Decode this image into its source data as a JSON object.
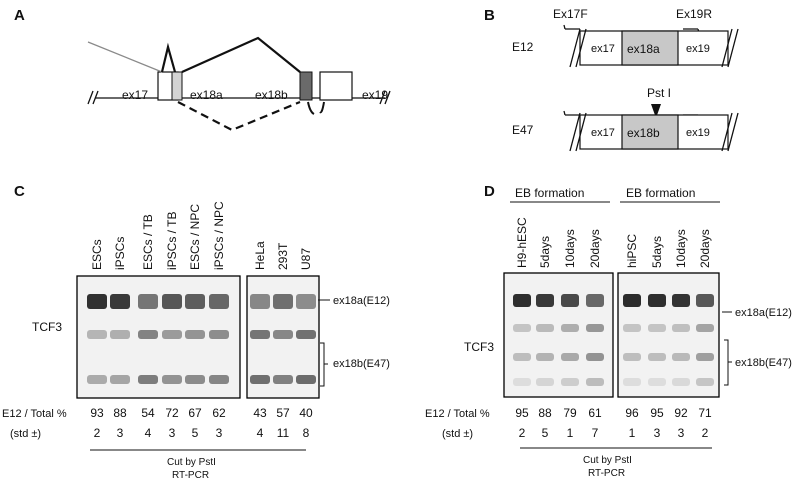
{
  "panels": {
    "a": {
      "letter": "A",
      "exons": [
        "ex17",
        "ex18a",
        "ex18b",
        "ex19"
      ]
    },
    "b": {
      "letter": "B",
      "e12": {
        "name": "E12",
        "primer_f": "Ex17F",
        "primer_r": "Ex19R",
        "exons": [
          "ex17",
          "ex18a",
          "ex19"
        ]
      },
      "e47": {
        "name": "E47",
        "site": "Pst I",
        "exons": [
          "ex17",
          "ex18b",
          "ex19"
        ]
      }
    },
    "c": {
      "letter": "C",
      "lanes_group1": [
        "ESCs",
        "iPSCs",
        "ESCs / TB",
        "iPSCs / TB",
        "ESCs / NPC",
        "iPSCs / NPC"
      ],
      "lanes_group2": [
        "HeLa",
        "293T",
        "U87"
      ],
      "gene": "TCF3",
      "band_e12": "ex18a(E12)",
      "band_e47": "ex18b(E47)",
      "ratio_label": "E12 / Total %",
      "std_label": "(std ±)",
      "ratios": [
        "93",
        "88",
        "54",
        "72",
        "67",
        "62",
        "43",
        "57",
        "40"
      ],
      "stds": [
        "2",
        "3",
        "4",
        "3",
        "5",
        "3",
        "4",
        "11",
        "8"
      ],
      "method1": "Cut by PstI",
      "method2": "RT-PCR"
    },
    "d": {
      "letter": "D",
      "group_title1": "EB formation",
      "group_title2": "EB formation",
      "lanes_group1": [
        "H9-hESC",
        "5days",
        "10days",
        "20days"
      ],
      "lanes_group2": [
        "hiPSC",
        "5days",
        "10days",
        "20days"
      ],
      "gene": "TCF3",
      "band_e12": "ex18a(E12)",
      "band_e47": "ex18b(E47)",
      "ratio_label": "E12 / Total %",
      "std_label": "(std ±)",
      "ratios": [
        "95",
        "88",
        "79",
        "61",
        "96",
        "95",
        "92",
        "71"
      ],
      "stds": [
        "2",
        "5",
        "1",
        "7",
        "1",
        "3",
        "3",
        "2"
      ],
      "method1": "Cut by PstI",
      "method2": "RT-PCR"
    }
  }
}
